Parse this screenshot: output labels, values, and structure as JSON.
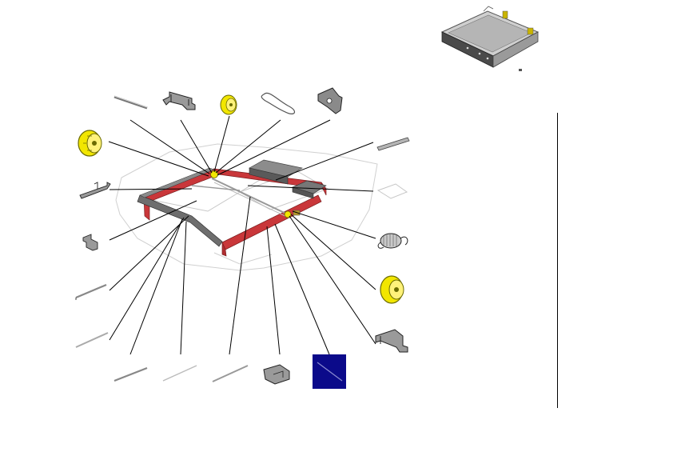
{
  "diagram": {
    "type": "exploded-parts-view",
    "colors": {
      "frame_highlight": "#c9373a",
      "gear": "#f2e600",
      "gear_outline": "#6b6b00",
      "selected_part_bg": "#0b0a8a",
      "leader_line": "#000000",
      "part_grey": "#8a8a8a",
      "faint_outline": "#d0d0d0"
    },
    "parts": [
      {
        "name": "guide-rod-top"
      },
      {
        "name": "bracket-top"
      },
      {
        "name": "gear-small-top"
      },
      {
        "name": "drive-belt"
      },
      {
        "name": "mounting-bracket-right"
      },
      {
        "name": "gear-large-left"
      },
      {
        "name": "flat-spring-right"
      },
      {
        "name": "lever-left"
      },
      {
        "name": "plate-right"
      },
      {
        "name": "latch-left"
      },
      {
        "name": "tension-spring"
      },
      {
        "name": "rod-left-1"
      },
      {
        "name": "gear-large-right"
      },
      {
        "name": "rod-left-2"
      },
      {
        "name": "bracket-bottom-right"
      },
      {
        "name": "rod-bottom-1"
      },
      {
        "name": "rod-bottom-2"
      },
      {
        "name": "rod-bottom-3"
      },
      {
        "name": "clip-bottom"
      },
      {
        "name": "selected-part",
        "selected": true
      }
    ]
  }
}
